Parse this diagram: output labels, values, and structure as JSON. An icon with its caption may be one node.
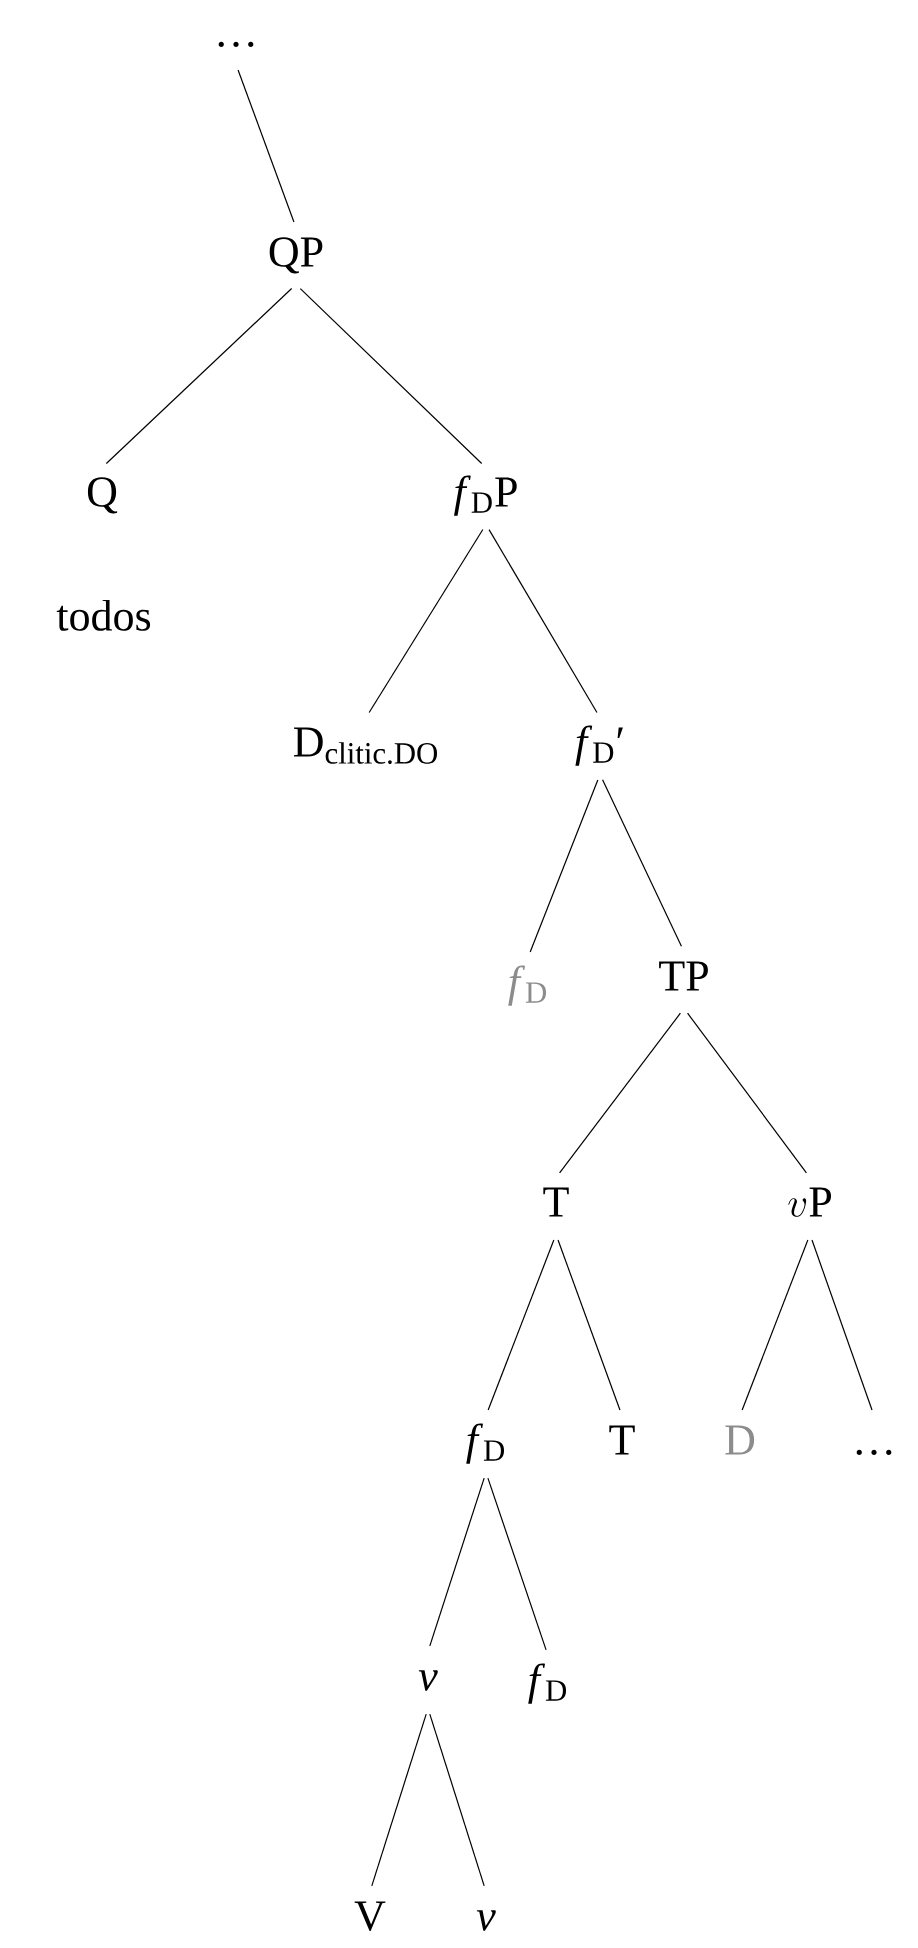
{
  "diagram": {
    "nodes": [
      {
        "text": [
          "…"
        ]
      },
      {
        "text": [
          "QP"
        ]
      },
      {
        "text": [
          "Q"
        ],
        "beside": [
          "todos"
        ]
      },
      {
        "text": [
          "*f*$_{D}$P"
        ]
      },
      {
        "text": [
          "D$_{clitic.DO}$"
        ]
      },
      {
        "text": [
          "*f*$_{D}$′"
        ]
      },
      {
        "text": [
          "*f*$_{D}$"
        ]
      },
      {
        "text": [
          "TP"
        ]
      },
      {
        "text": [
          "T"
        ]
      },
      {
        "text": [
          "v\\mathrm{P}"
        ]
      },
      {
        "text": [
          "*f*$_{D}$"
        ]
      },
      {
        "text": [
          "T"
        ]
      },
      {
        "text": [
          "D"
        ]
      },
      {
        "text": [
          "…"
        ]
      },
      {
        "text": [
          "*v*"
        ]
      },
      {
        "text": [
          "*f*$_{D}$"
        ]
      },
      {
        "text": [
          "V"
        ]
      },
      {
        "text": [
          "*v*"
        ]
      }
    ],
    "edges": [
      {
        "from": 0,
        "to": 1,
        "arrow": "none"
      },
      {
        "from": 1,
        "to": 2,
        "arrow": "none"
      },
      {
        "from": 1,
        "to": 3,
        "arrow": "none"
      },
      {
        "from": 3,
        "to": 4,
        "arrow": "none"
      },
      {
        "from": 3,
        "to": 5,
        "arrow": "none"
      },
      {
        "from": 5,
        "to": 6,
        "arrow": "none"
      },
      {
        "from": 5,
        "to": 7,
        "arrow": "none"
      },
      {
        "from": 7,
        "to": 8,
        "arrow": "none"
      },
      {
        "from": 7,
        "to": 9,
        "arrow": "none"
      },
      {
        "from": 8,
        "to": 10,
        "arrow": "none"
      },
      {
        "from": 8,
        "to": 11,
        "arrow": "none"
      },
      {
        "from": 9,
        "to": 12,
        "arrow": "none"
      },
      {
        "from": 9,
        "to": 13,
        "arrow": "none"
      },
      {
        "from": 10,
        "to": 14,
        "arrow": "none"
      },
      {
        "from": 10,
        "to": 15,
        "arrow": "none"
      },
      {
        "from": 14,
        "to": 16,
        "arrow": "none"
      },
      {
        "from": 14,
        "to": 17,
        "arrow": "none"
      }
    ]
  }
}
